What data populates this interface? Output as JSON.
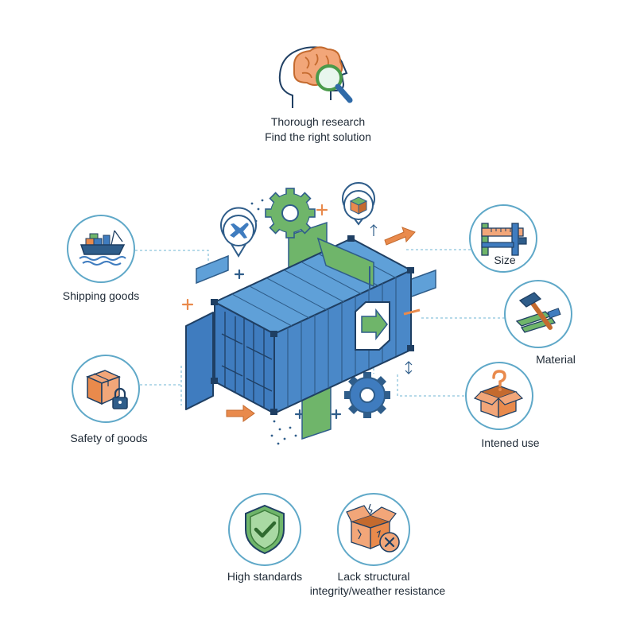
{
  "top": {
    "line1": "Thorough research",
    "line2": "Find the right solution",
    "icon": "brain-magnifier-icon"
  },
  "items": {
    "shipping": {
      "label": "Shipping goods",
      "icon": "cargo-ship-icon"
    },
    "safety": {
      "label": "Safety of goods",
      "icon": "box-padlock-icon"
    },
    "size": {
      "label": "Size",
      "icon": "ruler-caliper-icon"
    },
    "material": {
      "label": "Material",
      "icon": "hammer-lumber-icon"
    },
    "intended": {
      "label": "Intened use",
      "icon": "open-box-question-icon"
    },
    "standards": {
      "label": "High standards",
      "icon": "shield-check-icon"
    },
    "lack": {
      "line1": "Lack structural",
      "line2": "integrity/weather resistance",
      "icon": "damaged-box-x-icon"
    }
  },
  "center": {
    "icon": "shipping-container-icon"
  },
  "colors": {
    "blue_dark": "#2f5d8a",
    "blue_mid": "#3f7cbf",
    "blue_light": "#5fa0d8",
    "green": "#6fb56a",
    "orange": "#e98a4c",
    "ring": "#5fa8c8",
    "dotted": "#8cc3dc"
  }
}
